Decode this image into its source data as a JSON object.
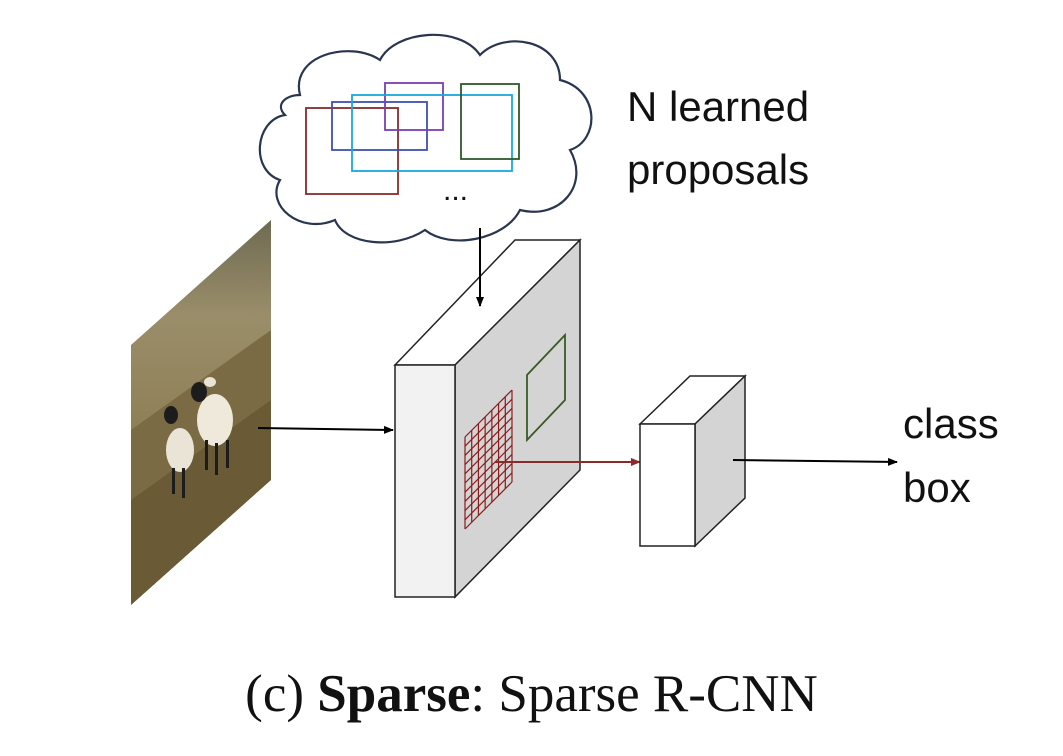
{
  "cloud": {
    "ellipsis": "...",
    "proposal_colors": [
      "#8b2a2a",
      "#3c4fb5",
      "#7a3fb0",
      "#1aa8d8",
      "#2e5a2a"
    ]
  },
  "labels": {
    "proposals_line1": "N learned",
    "proposals_line2": "proposals",
    "output_line1": "class",
    "output_line2": "box"
  },
  "caption": {
    "prefix": "(c) ",
    "method_bold": "Sparse",
    "suffix": ": Sparse R-CNN"
  },
  "colors": {
    "roi_grid": "#8b1c1c",
    "roi_arrow": "#8b2a2a",
    "green_box": "#3a5a24",
    "block_front": "#f2f2f2",
    "block_side": "#d4d4d4",
    "cloud_stroke": "#2a3550"
  }
}
